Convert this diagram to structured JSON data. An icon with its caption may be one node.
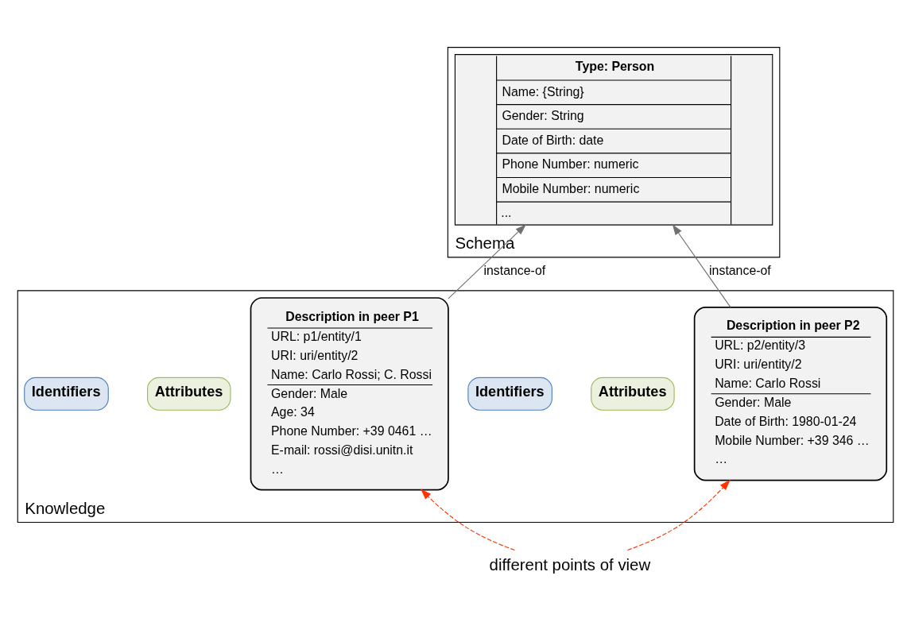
{
  "diagram": {
    "nodes": [
      {
        "text": [
          "Schema"
        ]
      },
      {
        "text": [
          "Type: Person",
          "Name: {String}",
          "Gender: String",
          "Date of Birth: date",
          "Phone Number: numeric",
          "Mobile Number: numeric",
          "..."
        ],
        "in": 0
      },
      {
        "text": [
          "Knowledge"
        ]
      },
      {
        "text": [
          "Identifiers"
        ],
        "in": 2
      },
      {
        "text": [
          "Attributes"
        ],
        "in": 2
      },
      {
        "text": [
          "Description in peer P1",
          "URL: p1/entity/1",
          "URI: uri/entity/2",
          "Name: Carlo Rossi; C. Rossi",
          "Gender: Male",
          "Age: 34",
          "Phone Number: +39 0461 …",
          "E-mail: rossi@disi.unitn.it",
          "…"
        ],
        "in": 2
      },
      {
        "text": [
          "Identifiers"
        ],
        "in": 2
      },
      {
        "text": [
          "Attributes"
        ],
        "in": 2
      },
      {
        "text": [
          "Description in peer P2",
          "URL: p2/entity/3",
          "URI: uri/entity/2",
          "Name: Carlo Rossi",
          "Gender: Male",
          "Date of Birth: 1980-01-24",
          "Mobile Number: +39 346 …",
          "…"
        ],
        "in": 2
      },
      {
        "text": [
          "different points of view"
        ]
      }
    ],
    "edges": [
      {
        "from": 5,
        "to": 1,
        "arrow": "to",
        "label": "instance-of"
      },
      {
        "from": 8,
        "to": 1,
        "arrow": "to",
        "label": "instance-of"
      },
      {
        "from": 9,
        "to": 5,
        "arrow": "to",
        "style": "dashed",
        "color": "#ff3300"
      },
      {
        "from": 9,
        "to": 8,
        "arrow": "to",
        "style": "dashed",
        "color": "#ff3300"
      }
    ]
  }
}
